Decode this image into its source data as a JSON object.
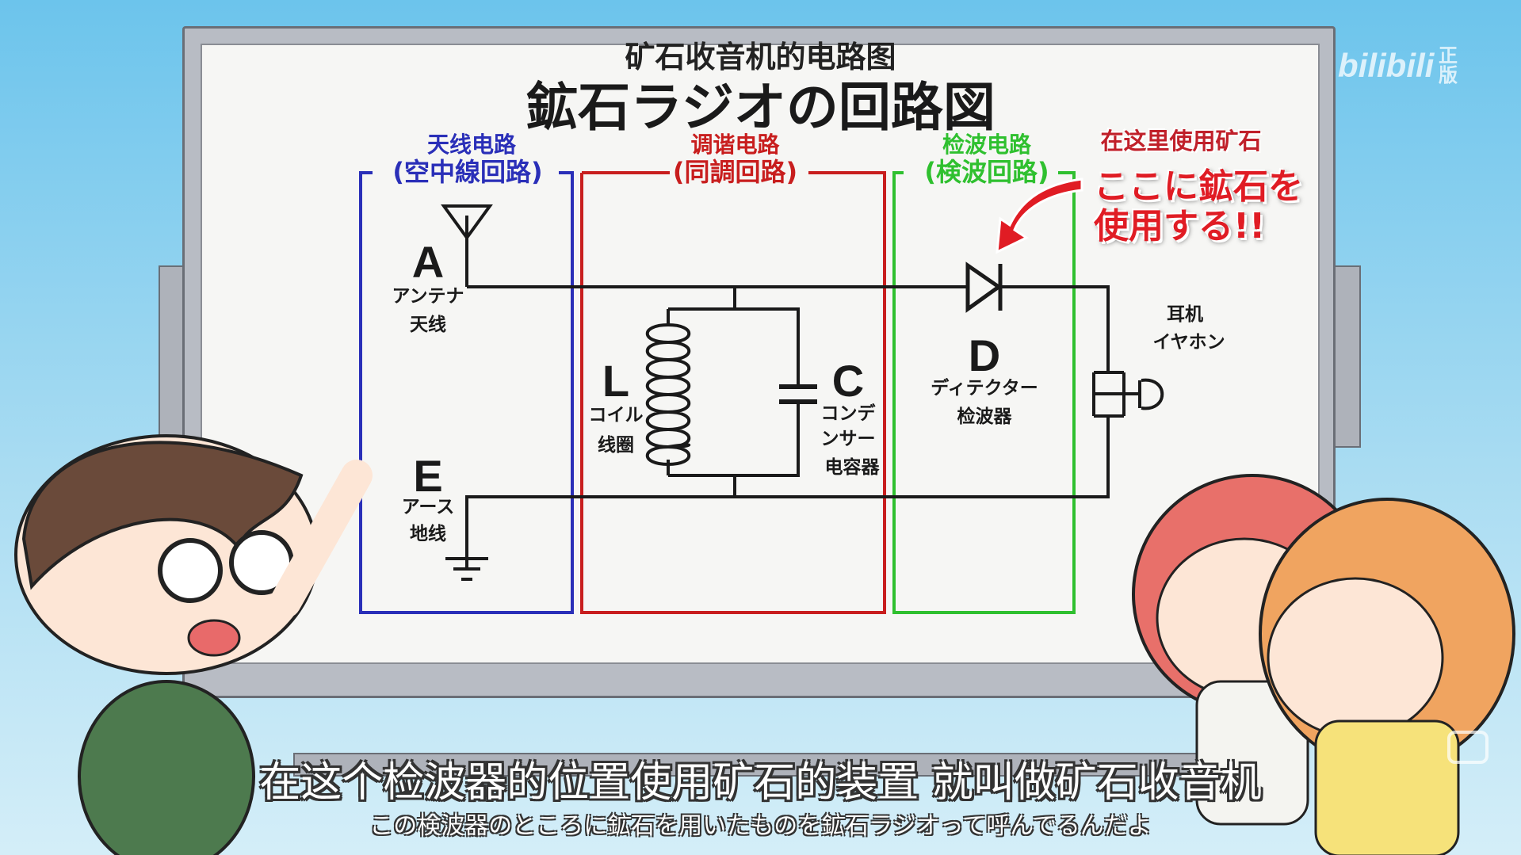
{
  "board": {
    "title_cn": "矿石收音机的电路图",
    "title_jp": "鉱石ラジオの回路図",
    "sections": [
      {
        "cn": "天线电路",
        "jp": "(空中線回路)",
        "color": "#2a2fb8"
      },
      {
        "cn": "调谐电路",
        "jp": "(同調回路)",
        "color": "#c81e1e"
      },
      {
        "cn": "检波电路",
        "jp": "(検波回路)",
        "color": "#2fc02f"
      }
    ],
    "note_cn": "在这里使用矿石",
    "note_jp_line1": "ここに鉱石を",
    "note_jp_line2": "使用する!!",
    "components": {
      "A": {
        "letter": "A",
        "jp": "アンテナ",
        "cn": "天线"
      },
      "E": {
        "letter": "E",
        "jp": "アース",
        "cn": "地线"
      },
      "L": {
        "letter": "L",
        "jp": "コイル",
        "cn": "线圈"
      },
      "C": {
        "letter": "C",
        "jp1": "コンデ",
        "jp2": "ンサー",
        "cn": "电容器"
      },
      "D": {
        "letter": "D",
        "jp": "ディテクター",
        "cn": "检波器"
      },
      "earphone": {
        "cn": "耳机",
        "jp": "イヤホン"
      }
    }
  },
  "subtitles": {
    "cn": "在这个检波器的位置使用矿石的装置  就叫做矿石收音机",
    "jp": "この検波器のところに鉱石を用いたものを鉱石ラジオって呼んでるんだよ"
  },
  "watermark": {
    "brand": "bilibili",
    "tag": "正版"
  }
}
